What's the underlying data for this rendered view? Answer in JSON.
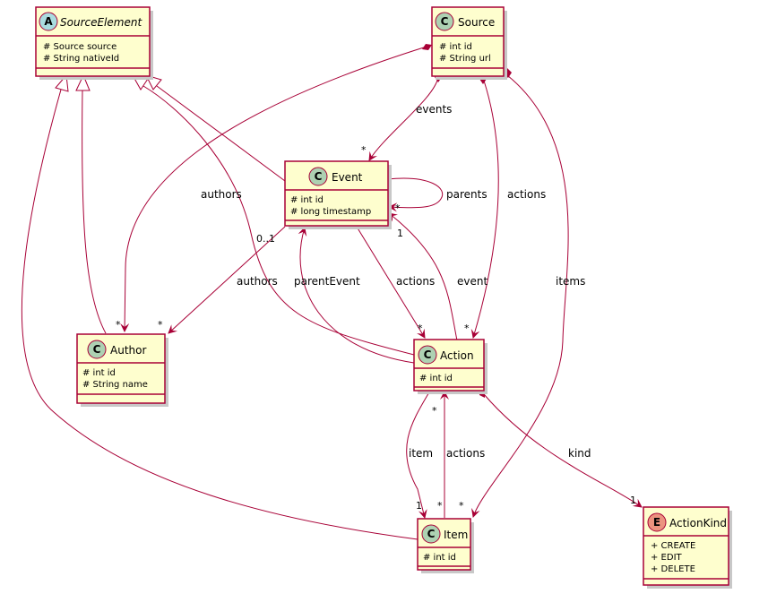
{
  "classes": {
    "source_element": {
      "stereotype": "A",
      "name": "SourceElement",
      "attrs": [
        "# Source source",
        "# String nativeId"
      ]
    },
    "source": {
      "stereotype": "C",
      "name": "Source",
      "attrs": [
        "# int id",
        "# String url"
      ]
    },
    "event": {
      "stereotype": "C",
      "name": "Event",
      "attrs": [
        "# int id",
        "# long timestamp"
      ]
    },
    "author": {
      "stereotype": "C",
      "name": "Author",
      "attrs": [
        "# int id",
        "# String name"
      ]
    },
    "action": {
      "stereotype": "C",
      "name": "Action",
      "attrs": [
        "# int id"
      ]
    },
    "item": {
      "stereotype": "C",
      "name": "Item",
      "attrs": [
        "# int id"
      ]
    },
    "action_kind": {
      "stereotype": "E",
      "name": "ActionKind",
      "attrs": [
        "+ CREATE",
        "+ EDIT",
        "+ DELETE"
      ]
    }
  },
  "edge_labels": {
    "source_events": "events",
    "source_actions": "actions",
    "source_items": "items",
    "source_authors": "authors",
    "event_parents": "parents",
    "event_authors": "authors",
    "event_actions": "actions",
    "action_parent_event": "parentEvent",
    "action_event": "event",
    "action_item": "item",
    "item_actions": "actions",
    "action_kind": "kind"
  },
  "multiplicities": {
    "star": "*",
    "one": "1",
    "zero_one": "0..1"
  },
  "colors": {
    "class_fill": "#FEFECE",
    "border": "#A80036",
    "abstract_circle": "#A9DCDF",
    "class_circle": "#ADD1B2",
    "enum_circle": "#EB937F"
  }
}
